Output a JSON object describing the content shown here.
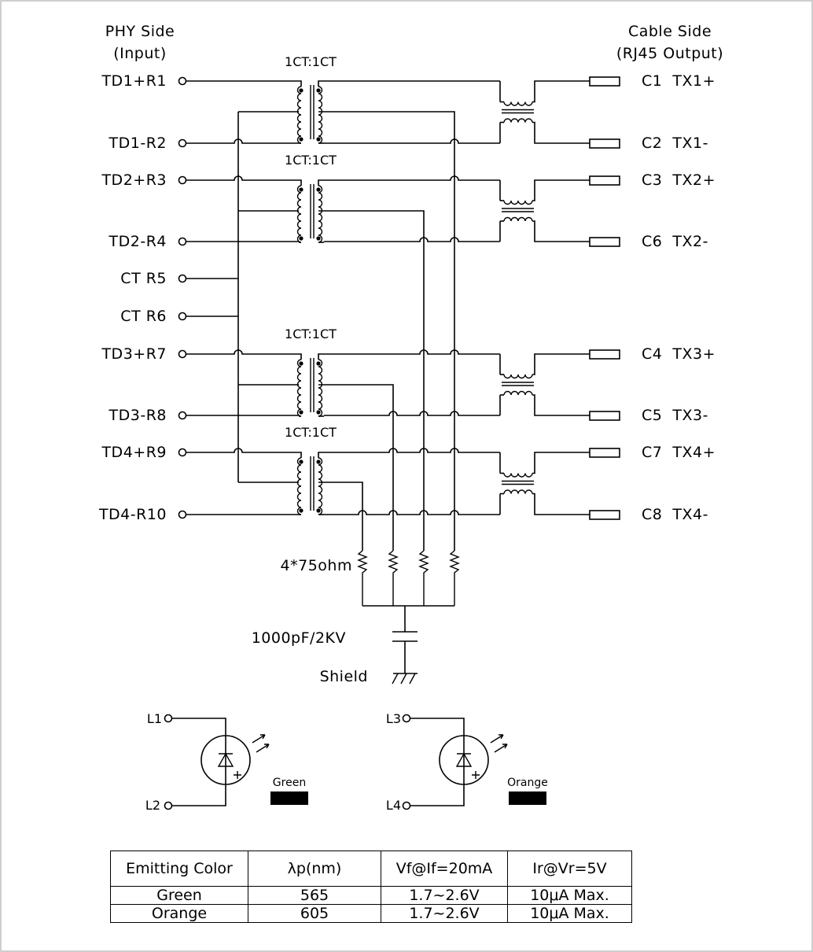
{
  "headers": {
    "phy_side_line1": "PHY Side",
    "phy_side_line2": "(Input)",
    "cable_side_line1": "Cable Side",
    "cable_side_line2": "(RJ45 Output)"
  },
  "transformer_ratio": "1CT:1CT",
  "phy_pins": [
    "TD1+R1",
    "TD1-R2",
    "TD2+R3",
    "TD2-R4",
    "CT R5",
    "CT R6",
    "TD3+R7",
    "TD3-R8",
    "TD4+R9",
    "TD4-R10"
  ],
  "cable_pins": [
    "C1  TX1+",
    "C2  TX1-",
    "C3  TX2+",
    "C6  TX2-",
    "C4  TX3+",
    "C5  TX3-",
    "C7  TX4+",
    "C8  TX4-"
  ],
  "termination": {
    "resistor_label": "4*75ohm",
    "capacitor_label": "1000pF/2KV",
    "ground_label": "Shield"
  },
  "leds": [
    {
      "top_pin": "L1",
      "bottom_pin": "L2",
      "color_label": "Green"
    },
    {
      "top_pin": "L3",
      "bottom_pin": "L4",
      "color_label": "Orange"
    }
  ],
  "table": {
    "headers": [
      "Emitting Color",
      "λp(nm)",
      "Vf@If=20mA",
      "Ir@Vr=5V"
    ],
    "rows": [
      [
        "Green",
        "565",
        "1.7~2.6V",
        "10μA  Max."
      ],
      [
        "Orange",
        "605",
        "1.7~2.6V",
        "10μA  Max."
      ]
    ]
  }
}
